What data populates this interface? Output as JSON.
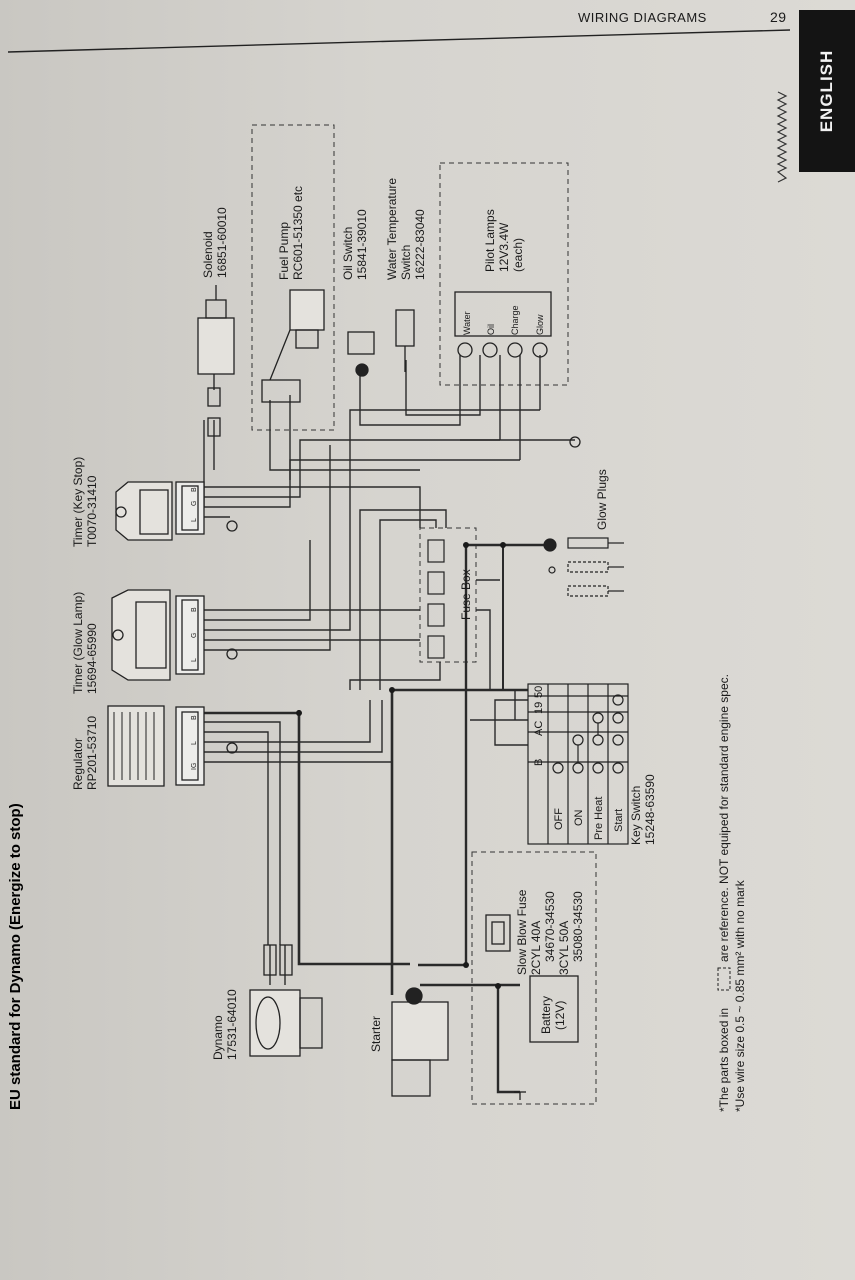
{
  "header": {
    "section": "WIRING DIAGRAMS",
    "page_number": "29",
    "language_tab": "ENGLISH"
  },
  "title": "EU standard for Dynamo (Energize to stop)",
  "components": {
    "regulator": {
      "name": "Regulator",
      "part": "RP201-53710"
    },
    "timer_glow": {
      "name": "Timer (Glow Lamp)",
      "part": "15694-65990"
    },
    "timer_key": {
      "name": "Timer (Key Stop)",
      "part": "T0070-31410"
    },
    "solenoid": {
      "name": "Solenoid",
      "part": "16851-60010"
    },
    "fuel_pump": {
      "name": "Fuel Pump",
      "part": "RC601-51350 etc"
    },
    "oil_switch": {
      "name": "Oil Switch",
      "part": "15841-39010"
    },
    "water_temp": {
      "name": "Water Temperature",
      "name2": "Switch",
      "part": "16222-83040"
    },
    "pilot_lamps": {
      "name": "Pilot Lamps",
      "spec": "12V3.4W",
      "each": "(each)"
    },
    "lamp_labels": [
      "Water",
      "Oil",
      "Charge",
      "Glow"
    ],
    "fuse_box": {
      "name": "Fuse Box"
    },
    "glow_plugs": {
      "name": "Glow Plugs"
    },
    "dynamo": {
      "name": "Dynamo",
      "part": "17531-64010"
    },
    "starter": {
      "name": "Starter"
    },
    "battery": {
      "name": "Battery",
      "voltage": "(12V)"
    },
    "slow_blow_fuse": {
      "name": "Slow Blow Fuse",
      "line1": "2CYL 40A",
      "line2": "34670-34530",
      "line3": "3CYL 50A",
      "line4": "35080-34530"
    },
    "key_switch": {
      "name": "Key Switch",
      "part": "15248-63590"
    }
  },
  "key_switch_table": {
    "columns": [
      "B",
      "AC",
      "19",
      "50"
    ],
    "rows": [
      "OFF",
      "ON",
      "Pre Heat",
      "Start"
    ]
  },
  "terminal_labels": {
    "regulator": [
      "IG",
      "L",
      "B"
    ],
    "timer_glow": [
      "L",
      "G",
      "B"
    ],
    "timer_key": [
      "L",
      "G",
      "B"
    ]
  },
  "notes": {
    "note1_prefix": "*The parts boxed in",
    "note1_suffix": "are reference. NOT equiped for standard engine spec.",
    "note2": "*Use wire size 0.5 ~ 0.85 mm² with no mark"
  },
  "colors": {
    "ink": "#1a1a1a",
    "paper": "#d6d4cf",
    "tab": "#141414"
  }
}
